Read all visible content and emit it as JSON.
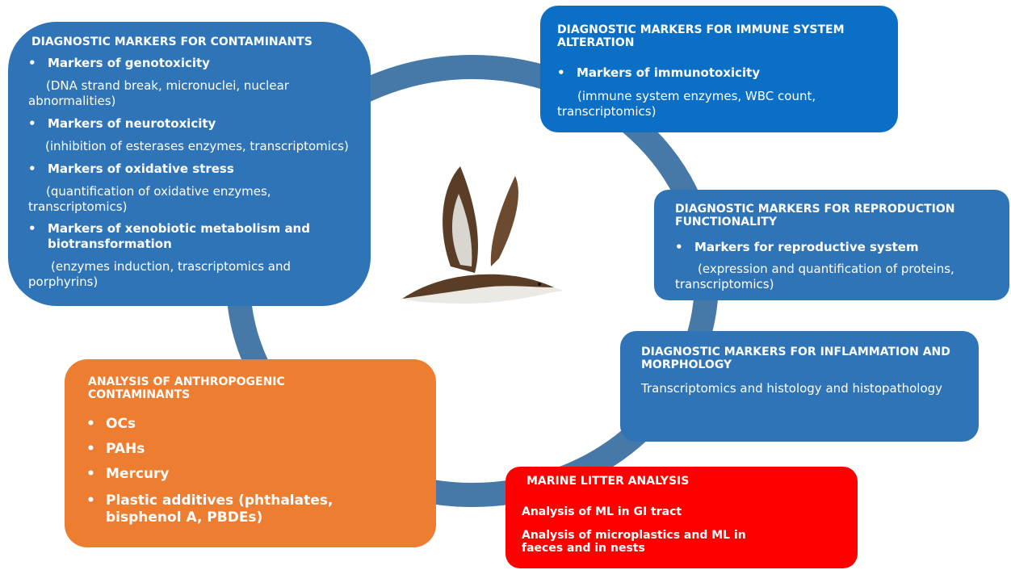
{
  "contaminants_box": {
    "title": "DIAGNOSTIC MARKERS FOR CONTAMINANTS",
    "items": [
      {
        "head": "Markers of genotoxicity",
        "detail": "(DNA strand break, micronuclei, nuclear abnormalities)"
      },
      {
        "head": "Markers of neurotoxicity",
        "detail": "(inhibition of esterases enzymes, transcriptomics)"
      },
      {
        "head": "Markers of oxidative stress",
        "detail": "(quantification of oxidative enzymes, transcriptomics)"
      },
      {
        "head": "Markers of xenobiotic metabolism and biotransformation",
        "detail": "(enzymes induction, trascriptomics and porphyrins)"
      }
    ]
  },
  "immune_box": {
    "title": "DIAGNOSTIC MARKERS FOR IMMUNE SYSTEM ALTERATION",
    "items": [
      {
        "head": "Markers of immunotoxicity",
        "detail": "(immune system enzymes, WBC count, transcriptomics)"
      }
    ]
  },
  "reproduction_box": {
    "title": "DIAGNOSTIC MARKERS FOR REPRODUCTION FUNCTIONALITY",
    "items": [
      {
        "head": "Markers for reproductive system",
        "detail": "(expression and quantification of proteins, transcriptomics)"
      }
    ]
  },
  "inflammation_box": {
    "title": "DIAGNOSTIC MARKERS FOR INFLAMMATION AND MORPHOLOGY",
    "text": "Transcriptomics and histology and histopathology"
  },
  "anthropogenic_box": {
    "title": "ANALYSIS OF ANTHROPOGENIC CONTAMINANTS",
    "items": [
      "OCs",
      "PAHs",
      "Mercury",
      "Plastic additives (phthalates, bisphenol A, PBDEs)"
    ]
  },
  "litter_box": {
    "title": "MARINE LITTER ANALYSIS",
    "lines": [
      "Analysis of ML in GI tract",
      "Analysis of microplastics and ML in faeces and in nests"
    ]
  },
  "bullet": "•",
  "colors": {
    "ring": "#4678a8",
    "blue_box": "#2f74b7",
    "bright_blue_box": "#0b6fc6",
    "orange_box": "#ed7d31",
    "red_box": "#ff0000"
  },
  "image": {
    "name": "seabird-illustration"
  }
}
